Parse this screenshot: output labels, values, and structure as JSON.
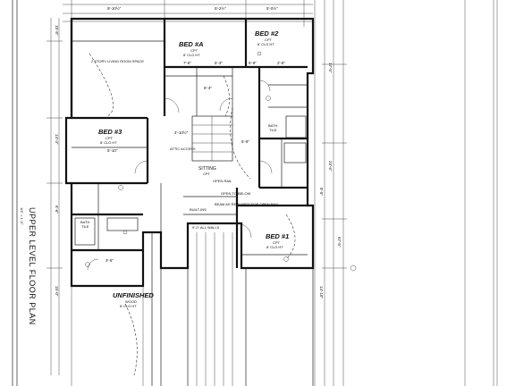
{
  "sheet": {
    "title": "UPPER LEVEL FLOOR PLAN",
    "scale_note": "1/4\" = 1'-0\""
  },
  "rooms": {
    "bed_4a": {
      "name": "BED #A",
      "note": "CPT",
      "ceiling": "8' CLG HT"
    },
    "bed_2": {
      "name": "BED #2",
      "note": "CPT",
      "ceiling": "8' CLG HT"
    },
    "bed_3": {
      "name": "BED #3",
      "note": "CPT",
      "ceiling": "8' CLG HT"
    },
    "bed_1": {
      "name": "BED #1",
      "note": "CPT",
      "ceiling": "8' CLG HT"
    },
    "sitting": {
      "name": "SITTING",
      "note": "CPT"
    },
    "unfinished": {
      "name": "UNFINISHED",
      "note": "WOOD",
      "ceiling": "8' CLG HT"
    },
    "bath_tile_1": {
      "name": "BATH",
      "note": "TILE"
    },
    "bath_tile_2": {
      "name": "BATH",
      "note": "TILE"
    },
    "open_to_below": {
      "name": "2 STORY LIVING ROOM SPACE"
    },
    "open_rail": {
      "name": "OPEN RAIL"
    },
    "open_to_below_2": {
      "name": "OPEN TO BELOW"
    },
    "built_ins": {
      "name": "BUILT-INS"
    }
  },
  "dimensions": {
    "top": [
      "9'-10½\"",
      "5'-2½\"",
      "5'-0½\""
    ],
    "upper_inner": [
      "7'-6\"",
      "5'-3\"",
      "5'-8\"",
      "2'-5\"",
      "6'-3\""
    ],
    "mid": [
      "5'-10\"",
      "4'-10½\"",
      "5'-9\"",
      "3'-6\""
    ],
    "right": [
      "17'-5\"",
      "23'-6\"",
      "8'-5\"",
      "14'-10\"",
      "67'-5\""
    ],
    "left": [
      "15'-8\"",
      "14'-4\"",
      "6'-6\"",
      "15'-0\""
    ]
  },
  "labels": {
    "stair_note": "ATTIC ACCESS",
    "beam_note": "BEAM AS REQUIRED FOR OPEN RAIL",
    "wall_note": "9'-0\" ALL WALLS"
  }
}
